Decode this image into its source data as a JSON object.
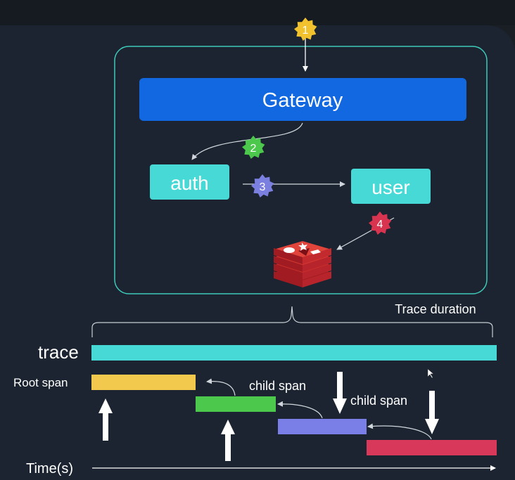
{
  "architecture": {
    "gateway_label": "Gateway",
    "services": [
      "auth",
      "user"
    ],
    "datastore_icon": "redis-icon",
    "steps": [
      {
        "number": "1",
        "color": "#f2c12e"
      },
      {
        "number": "2",
        "color": "#4cc94c"
      },
      {
        "number": "3",
        "color": "#7b7fe0"
      },
      {
        "number": "4",
        "color": "#d8344f"
      }
    ],
    "colors": {
      "gateway": "#1168e0",
      "service": "#47d9d6",
      "container_border": "#3ec9b9"
    }
  },
  "timeline": {
    "trace_duration_label": "Trace duration",
    "trace_label": "trace",
    "root_span_label": "Root span",
    "child_span_label_1": "child span",
    "child_span_label_2": "child span",
    "time_axis_label": "Time(s)",
    "colors": {
      "trace": "#47d9d6",
      "root_span": "#f2c94c",
      "child_span_1": "#4cc94c",
      "child_span_2": "#7a7fe8",
      "child_span_3": "#d8385a"
    }
  }
}
